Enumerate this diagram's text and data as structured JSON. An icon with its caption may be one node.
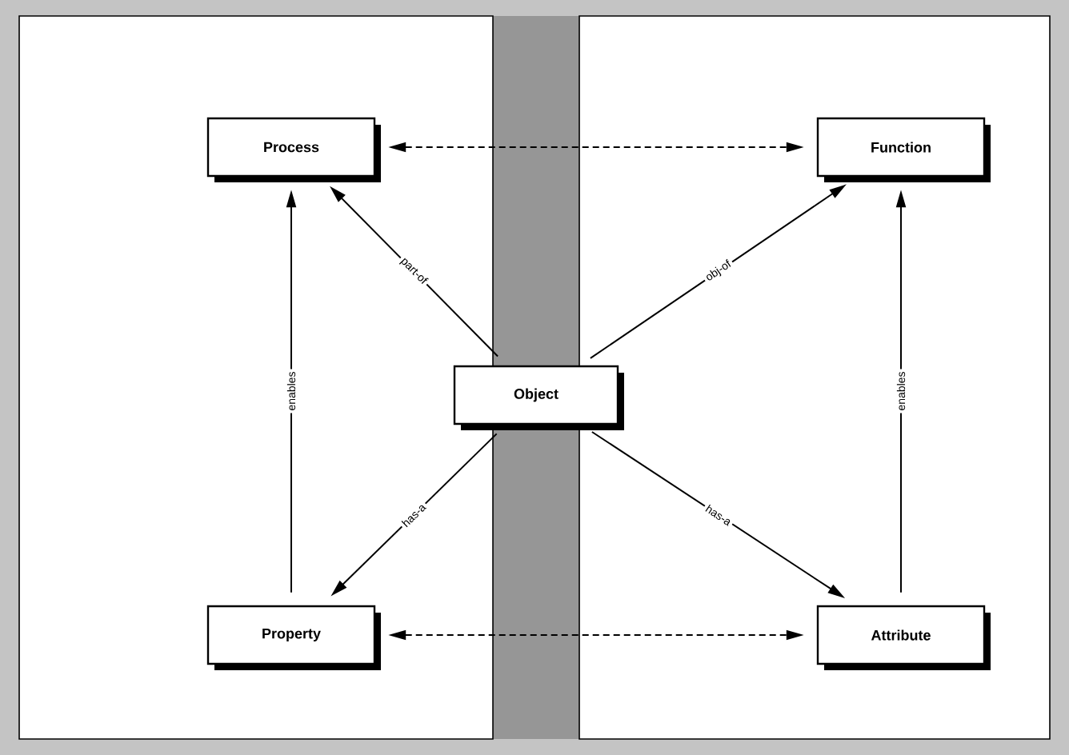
{
  "diagram": {
    "nodes": [
      {
        "text": [],
        "shape": "box"
      },
      {
        "text": [],
        "shape": "box"
      },
      {
        "text": [
          "Process"
        ],
        "in": 0
      },
      {
        "text": [
          "Function"
        ],
        "in": 1
      },
      {
        "text": [
          "Object"
        ]
      },
      {
        "text": [
          "Property"
        ],
        "in": 0
      },
      {
        "text": [
          "Attribute"
        ],
        "in": 1
      }
    ],
    "edges": [
      {
        "from": 2,
        "to": 3,
        "arrow": "both",
        "style": "dashed"
      },
      {
        "from": 4,
        "to": 2,
        "arrow": "to",
        "label": "part-of"
      },
      {
        "from": 4,
        "to": 3,
        "arrow": "to",
        "label": "obj-of"
      },
      {
        "from": 5,
        "to": 2,
        "arrow": "to",
        "label": "enables"
      },
      {
        "from": 6,
        "to": 3,
        "arrow": "to",
        "label": "enables"
      },
      {
        "from": 4,
        "to": 5,
        "arrow": "to",
        "label": "has-a"
      },
      {
        "from": 4,
        "to": 6,
        "arrow": "to",
        "label": "has-a"
      },
      {
        "from": 5,
        "to": 6,
        "arrow": "both",
        "style": "dashed"
      }
    ]
  }
}
